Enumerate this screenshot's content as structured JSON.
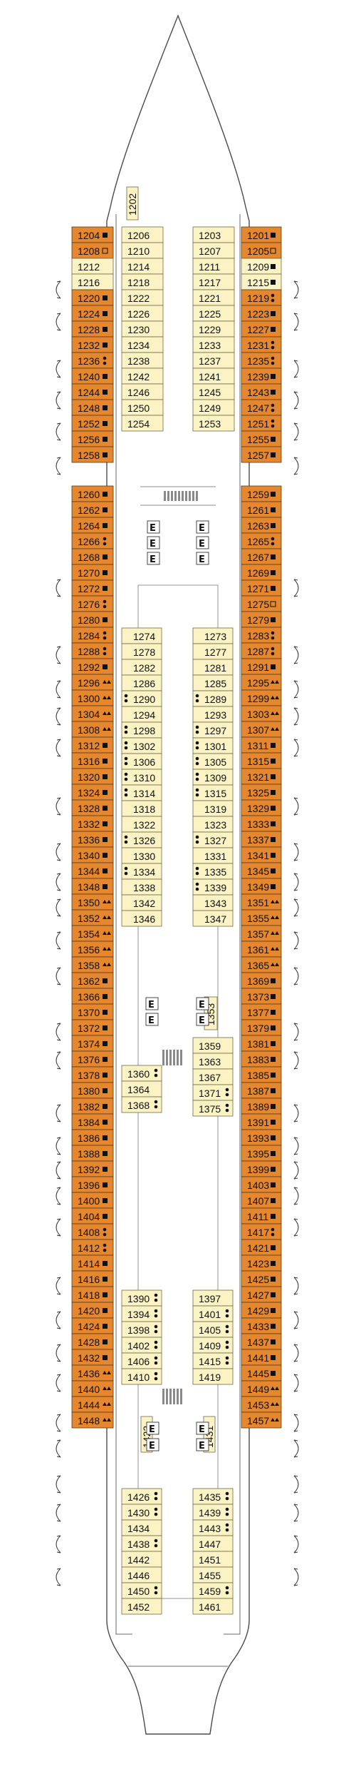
{
  "colors": {
    "outer_cabin": "#E5872E",
    "inner_cabin": "#FBF3C4",
    "symbol": "#111111"
  },
  "left_outer_rows": [
    [
      "1204",
      "sq"
    ],
    [
      "1208",
      "osq"
    ],
    [
      "1212",
      ""
    ],
    [
      "1216",
      ""
    ],
    [
      "1220",
      "sq"
    ],
    [
      "1224",
      "sq"
    ],
    [
      "1228",
      "sq"
    ],
    [
      "1232",
      "sq"
    ],
    [
      "1236",
      "dot2"
    ],
    [
      "1240",
      "sq"
    ],
    [
      "1244",
      "sq"
    ],
    [
      "1248",
      "sq"
    ],
    [
      "1252",
      "sq"
    ],
    [
      "1256",
      "sq"
    ],
    [
      "1258",
      "sq"
    ],
    [
      "1260",
      "sq"
    ],
    [
      "1262",
      "sq"
    ],
    [
      "1264",
      "sq"
    ],
    [
      "1266",
      "dot2"
    ],
    [
      "1268",
      "sq"
    ],
    [
      "1270",
      "sq"
    ],
    [
      "1272",
      "sq"
    ],
    [
      "1276",
      "dot2"
    ],
    [
      "1280",
      "sq"
    ],
    [
      "1284",
      "dot2"
    ],
    [
      "1288",
      "dot2"
    ],
    [
      "1292",
      "sq"
    ],
    [
      "1296",
      "tri"
    ],
    [
      "1300",
      "tri"
    ],
    [
      "1304",
      "tri"
    ],
    [
      "1308",
      "tri"
    ],
    [
      "1312",
      "sq"
    ],
    [
      "1316",
      "sq"
    ],
    [
      "1320",
      "sq"
    ],
    [
      "1324",
      "sq"
    ],
    [
      "1328",
      "sq"
    ],
    [
      "1332",
      "sq"
    ],
    [
      "1336",
      "sq"
    ],
    [
      "1340",
      "sq"
    ],
    [
      "1344",
      "sq"
    ],
    [
      "1348",
      "sq"
    ],
    [
      "1350",
      "tri"
    ],
    [
      "1352",
      "tri"
    ],
    [
      "1354",
      "tri"
    ],
    [
      "1356",
      "tri"
    ],
    [
      "1358",
      "tri"
    ],
    [
      "1362",
      "sq"
    ],
    [
      "1366",
      "sq"
    ],
    [
      "1370",
      "sq"
    ],
    [
      "1372",
      "sq"
    ],
    [
      "1374",
      "sq"
    ],
    [
      "1376",
      "sq"
    ],
    [
      "1378",
      "sq"
    ],
    [
      "1380",
      "sq"
    ],
    [
      "1382",
      "sq"
    ],
    [
      "1384",
      "sq"
    ],
    [
      "1386",
      "sq"
    ],
    [
      "1388",
      "sq"
    ],
    [
      "1392",
      "sq"
    ],
    [
      "1396",
      "sq"
    ],
    [
      "1400",
      "sq"
    ],
    [
      "1404",
      "sq"
    ],
    [
      "1408",
      "dot2"
    ],
    [
      "1412",
      "dot2"
    ],
    [
      "1414",
      "sq"
    ],
    [
      "1416",
      "sq"
    ],
    [
      "1418",
      "sq"
    ],
    [
      "1420",
      "sq"
    ],
    [
      "1424",
      "sq"
    ],
    [
      "1428",
      "sq"
    ],
    [
      "1432",
      "sq"
    ],
    [
      "1436",
      "tri"
    ],
    [
      "1440",
      "tri"
    ],
    [
      "1444",
      "tri"
    ],
    [
      "1448",
      "tri"
    ]
  ],
  "right_outer_rows": [
    [
      "1201",
      "sq"
    ],
    [
      "1205",
      "osq"
    ],
    [
      "1209",
      "sq"
    ],
    [
      "1215",
      "sq"
    ],
    [
      "1219",
      "dot2"
    ],
    [
      "1223",
      "sq"
    ],
    [
      "1227",
      "sq"
    ],
    [
      "1231",
      "dot2"
    ],
    [
      "1235",
      "dot2"
    ],
    [
      "1239",
      "sq"
    ],
    [
      "1243",
      "sq"
    ],
    [
      "1247",
      "dot2"
    ],
    [
      "1251",
      "dot2"
    ],
    [
      "1255",
      "sq"
    ],
    [
      "1257",
      "sq"
    ],
    [
      "1259",
      "sq"
    ],
    [
      "1261",
      "sq"
    ],
    [
      "1263",
      "sq"
    ],
    [
      "1265",
      "dot2"
    ],
    [
      "1267",
      "sq"
    ],
    [
      "1269",
      "sq"
    ],
    [
      "1271",
      "sq"
    ],
    [
      "1275",
      "osq"
    ],
    [
      "1279",
      "sq"
    ],
    [
      "1283",
      "dot2"
    ],
    [
      "1287",
      "dot2"
    ],
    [
      "1291",
      "sq"
    ],
    [
      "1295",
      "tri"
    ],
    [
      "1299",
      "tri"
    ],
    [
      "1303",
      "tri"
    ],
    [
      "1307",
      "tri"
    ],
    [
      "1311",
      "sq"
    ],
    [
      "1315",
      "sq"
    ],
    [
      "1321",
      "sq"
    ],
    [
      "1325",
      "sq"
    ],
    [
      "1329",
      "sq"
    ],
    [
      "1333",
      "sq"
    ],
    [
      "1337",
      "sq"
    ],
    [
      "1341",
      "sq"
    ],
    [
      "1345",
      "sq"
    ],
    [
      "1349",
      "sq"
    ],
    [
      "1351",
      "tri"
    ],
    [
      "1355",
      "tri"
    ],
    [
      "1357",
      "tri"
    ],
    [
      "1361",
      "tri"
    ],
    [
      "1365",
      "tri"
    ],
    [
      "1369",
      "sq"
    ],
    [
      "1373",
      "sq"
    ],
    [
      "1377",
      "sq"
    ],
    [
      "1379",
      "sq"
    ],
    [
      "1381",
      "sq"
    ],
    [
      "1383",
      "sq"
    ],
    [
      "1385",
      "sq"
    ],
    [
      "1387",
      "sq"
    ],
    [
      "1389",
      "sq"
    ],
    [
      "1391",
      "sq"
    ],
    [
      "1393",
      "sq"
    ],
    [
      "1395",
      "sq"
    ],
    [
      "1399",
      "sq"
    ],
    [
      "1403",
      "sq"
    ],
    [
      "1407",
      "sq"
    ],
    [
      "1411",
      "sq"
    ],
    [
      "1417",
      "dot2"
    ],
    [
      "1421",
      "sq"
    ],
    [
      "1423",
      "sq"
    ],
    [
      "1425",
      "sq"
    ],
    [
      "1427",
      "sq"
    ],
    [
      "1429",
      "sq"
    ],
    [
      "1433",
      "sq"
    ],
    [
      "1437",
      "sq"
    ],
    [
      "1441",
      "sq"
    ],
    [
      "1445",
      "sq"
    ],
    [
      "1449",
      "tri"
    ],
    [
      "1453",
      "tri"
    ],
    [
      "1457",
      "tri"
    ]
  ],
  "inner_left_top": [
    "1206",
    "1210",
    "1214",
    "1218",
    "1222",
    "1226",
    "1230",
    "1234",
    "1238",
    "1242",
    "1246",
    "1250",
    "1254"
  ],
  "inner_right_top": [
    "1203",
    "1207",
    "1211",
    "1217",
    "1221",
    "1225",
    "1229",
    "1233",
    "1237",
    "1241",
    "1245",
    "1249",
    "1253"
  ],
  "inner_left_mid": [
    [
      "1274",
      ""
    ],
    [
      "1278",
      ""
    ],
    [
      "1282",
      ""
    ],
    [
      "1286",
      ""
    ],
    [
      "1290",
      "dotl"
    ],
    [
      "1294",
      ""
    ],
    [
      "1298",
      "dotl"
    ],
    [
      "1302",
      "dotl"
    ],
    [
      "1306",
      "dotl"
    ],
    [
      "1310",
      "dotl"
    ],
    [
      "1314",
      "dotl"
    ],
    [
      "1318",
      ""
    ],
    [
      "1322",
      ""
    ],
    [
      "1326",
      "dotl"
    ],
    [
      "1330",
      ""
    ],
    [
      "1334",
      "dotl"
    ],
    [
      "1338",
      ""
    ],
    [
      "1342",
      ""
    ],
    [
      "1346",
      ""
    ]
  ],
  "inner_right_mid": [
    [
      "1273",
      ""
    ],
    [
      "1277",
      ""
    ],
    [
      "1281",
      ""
    ],
    [
      "1285",
      ""
    ],
    [
      "1289",
      "dotl"
    ],
    [
      "1293",
      ""
    ],
    [
      "1297",
      "dotl"
    ],
    [
      "1301",
      "dotl"
    ],
    [
      "1305",
      "dotl"
    ],
    [
      "1309",
      "dotl"
    ],
    [
      "1315",
      "dotl"
    ],
    [
      "1319",
      ""
    ],
    [
      "1323",
      ""
    ],
    [
      "1327",
      "dotl"
    ],
    [
      "1331",
      ""
    ],
    [
      "1335",
      "dotl"
    ],
    [
      "1339",
      "dotl"
    ],
    [
      "1343",
      ""
    ],
    [
      "1347",
      ""
    ]
  ],
  "inner_left_mid2": [
    [
      "1360",
      "dotr"
    ],
    [
      "1364",
      ""
    ],
    [
      "1368",
      "dotr"
    ]
  ],
  "inner_right_mid2": [
    [
      "1359",
      ""
    ],
    [
      "1363",
      ""
    ],
    [
      "1367",
      ""
    ],
    [
      "1371",
      "dotr"
    ],
    [
      "1375",
      "dotr"
    ]
  ],
  "inner_left_low": [
    [
      "1390",
      "dotr"
    ],
    [
      "1394",
      "dotr"
    ],
    [
      "1398",
      "dotr"
    ],
    [
      "1402",
      "dotr"
    ],
    [
      "1406",
      "dotr"
    ],
    [
      "1410",
      "dotr"
    ]
  ],
  "inner_right_low": [
    [
      "1397",
      ""
    ],
    [
      "1401",
      "dotr"
    ],
    [
      "1405",
      "dotr"
    ],
    [
      "1409",
      "dotr"
    ],
    [
      "1415",
      "dotr"
    ],
    [
      "1419",
      ""
    ]
  ],
  "inner_left_bottom": [
    [
      "1426",
      "dotr"
    ],
    [
      "1430",
      "dotr"
    ],
    [
      "1434",
      ""
    ],
    [
      "1438",
      "dotr"
    ],
    [
      "1442",
      ""
    ],
    [
      "1446",
      ""
    ],
    [
      "1450",
      "dotr"
    ],
    [
      "1452",
      ""
    ]
  ],
  "inner_right_bottom": [
    [
      "1435",
      "dotr"
    ],
    [
      "1439",
      "dotr"
    ],
    [
      "1443",
      "dotr"
    ],
    [
      "1447",
      ""
    ],
    [
      "1451",
      ""
    ],
    [
      "1455",
      ""
    ],
    [
      "1459",
      "dotr"
    ],
    [
      "1461",
      ""
    ]
  ],
  "vertical_labels": {
    "top": "1202",
    "mid": "1353",
    "left_low": "1422",
    "right_low": "1431"
  },
  "elevator_label": "E"
}
